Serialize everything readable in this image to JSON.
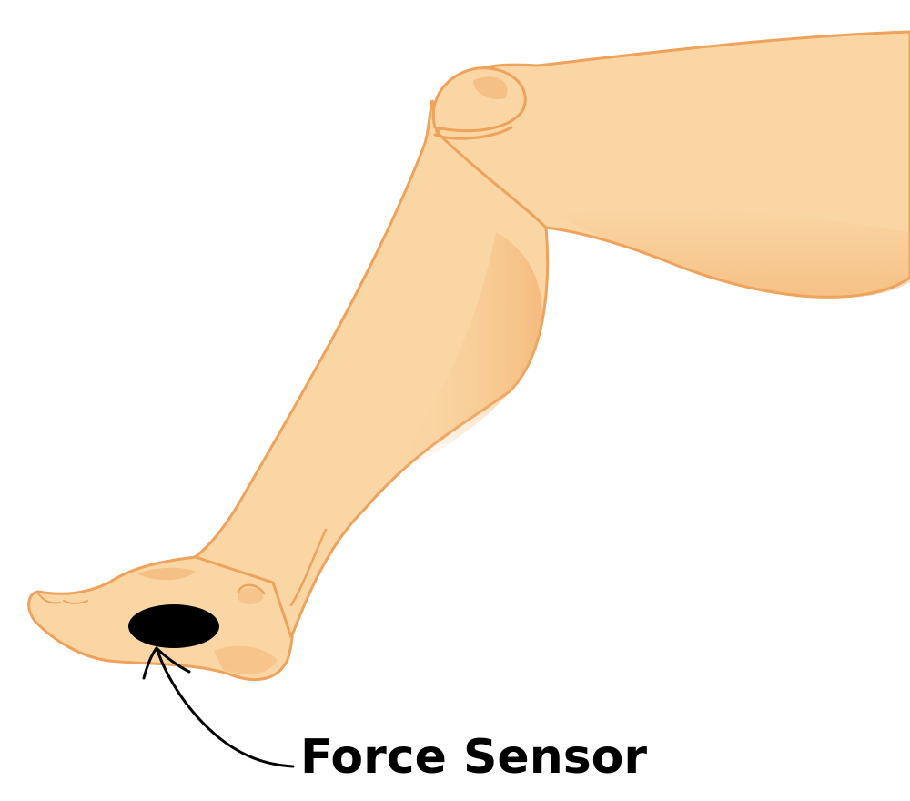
{
  "colors": {
    "background": "#ffffff",
    "skin": "#fad6a5",
    "skin_shadow": "#f0a75f",
    "outline": "#eea25b",
    "sensor": "#000000",
    "label": "#000000"
  },
  "parts": {
    "leg": "leg",
    "foot": "foot",
    "sensor": "force-sensor"
  },
  "labels": {
    "sensor_label": "Force Sensor"
  }
}
